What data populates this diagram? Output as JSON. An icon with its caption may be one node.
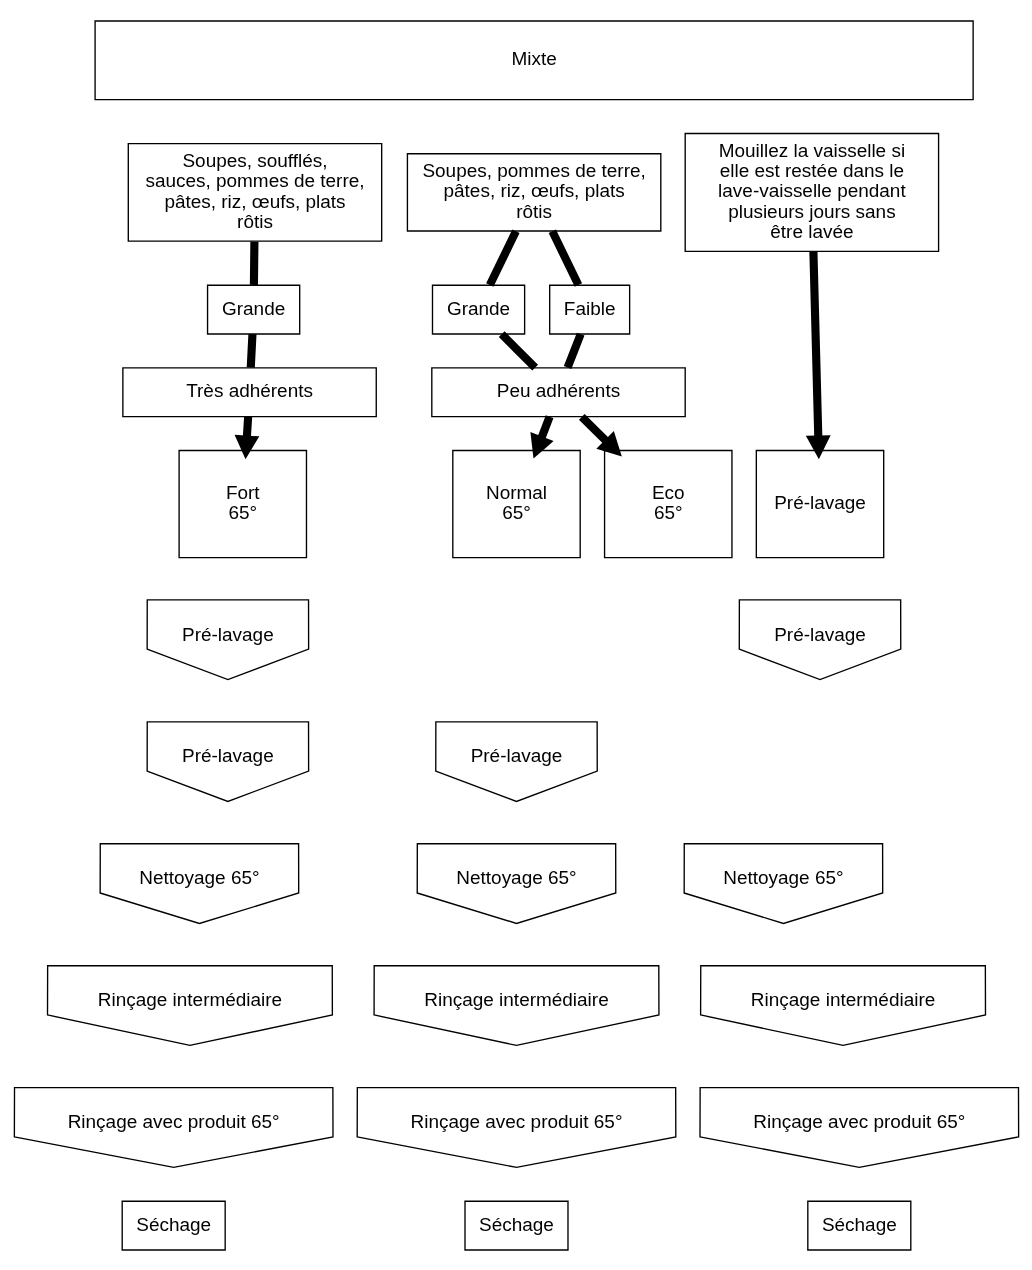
{
  "diagram": {
    "nodes": [
      {
        "text": [
          "Mixte"
        ]
      },
      {
        "text": [
          "Soupes, soufflés, sauces, pommes de terre, pâtes, riz, œufs, plats rôtis"
        ]
      },
      {
        "text": [
          "Soupes, pommes de terre, pâtes, riz, œufs, plats rôtis"
        ]
      },
      {
        "text": [
          "Mouillez la vaisselle si elle est restée dans le lave-vaisselle pendant plusieurs jours sans être lavée"
        ]
      },
      {
        "text": [
          "Grande"
        ]
      },
      {
        "text": [
          "Grande"
        ]
      },
      {
        "text": [
          "Faible"
        ]
      },
      {
        "text": [
          "Très adhérents"
        ]
      },
      {
        "text": [
          "Peu adhérents"
        ]
      },
      {
        "text": [
          "Fort",
          "65°"
        ]
      },
      {
        "text": [
          "Normal",
          "65°"
        ]
      },
      {
        "text": [
          "Eco",
          "65°"
        ]
      },
      {
        "text": [
          "Pré-lavage"
        ]
      },
      {
        "text": [
          "Pré-lavage"
        ]
      },
      {
        "text": [
          "Pré-lavage"
        ]
      },
      {
        "text": [
          "Nettoyage 65°"
        ]
      },
      {
        "text": [
          "Rinçage intermédiaire"
        ]
      },
      {
        "text": [
          "Rinçage avec produit 65°"
        ]
      },
      {
        "text": [
          "Séchage"
        ]
      },
      {
        "text": [
          "Pré-lavage"
        ]
      },
      {
        "text": [
          "Nettoyage 65°"
        ]
      },
      {
        "text": [
          "Rinçage intermédiaire"
        ]
      },
      {
        "text": [
          "Rinçage avec produit 65°"
        ]
      },
      {
        "text": [
          "Séchage"
        ]
      },
      {
        "text": [
          "Nettoyage 65°"
        ]
      },
      {
        "text": [
          "Rinçage intermédiaire"
        ]
      },
      {
        "text": [
          "Rinçage avec produit 65°"
        ]
      },
      {
        "text": [
          "Séchage"
        ]
      },
      {
        "text": [
          "Pré-lavage"
        ]
      }
    ],
    "edges": [
      {
        "from": 1,
        "to": 4,
        "arrow": "none"
      },
      {
        "from": 4,
        "to": 7,
        "arrow": "none"
      },
      {
        "from": 2,
        "to": 5,
        "arrow": "none"
      },
      {
        "from": 2,
        "to": 6,
        "arrow": "none"
      },
      {
        "from": 5,
        "to": 8,
        "arrow": "none"
      },
      {
        "from": 6,
        "to": 8,
        "arrow": "none"
      },
      {
        "from": 7,
        "to": 9,
        "arrow": "to"
      },
      {
        "from": 8,
        "to": 10,
        "arrow": "to"
      },
      {
        "from": 8,
        "to": 11,
        "arrow": "to"
      },
      {
        "from": 3,
        "to": 12,
        "arrow": "to"
      }
    ]
  }
}
